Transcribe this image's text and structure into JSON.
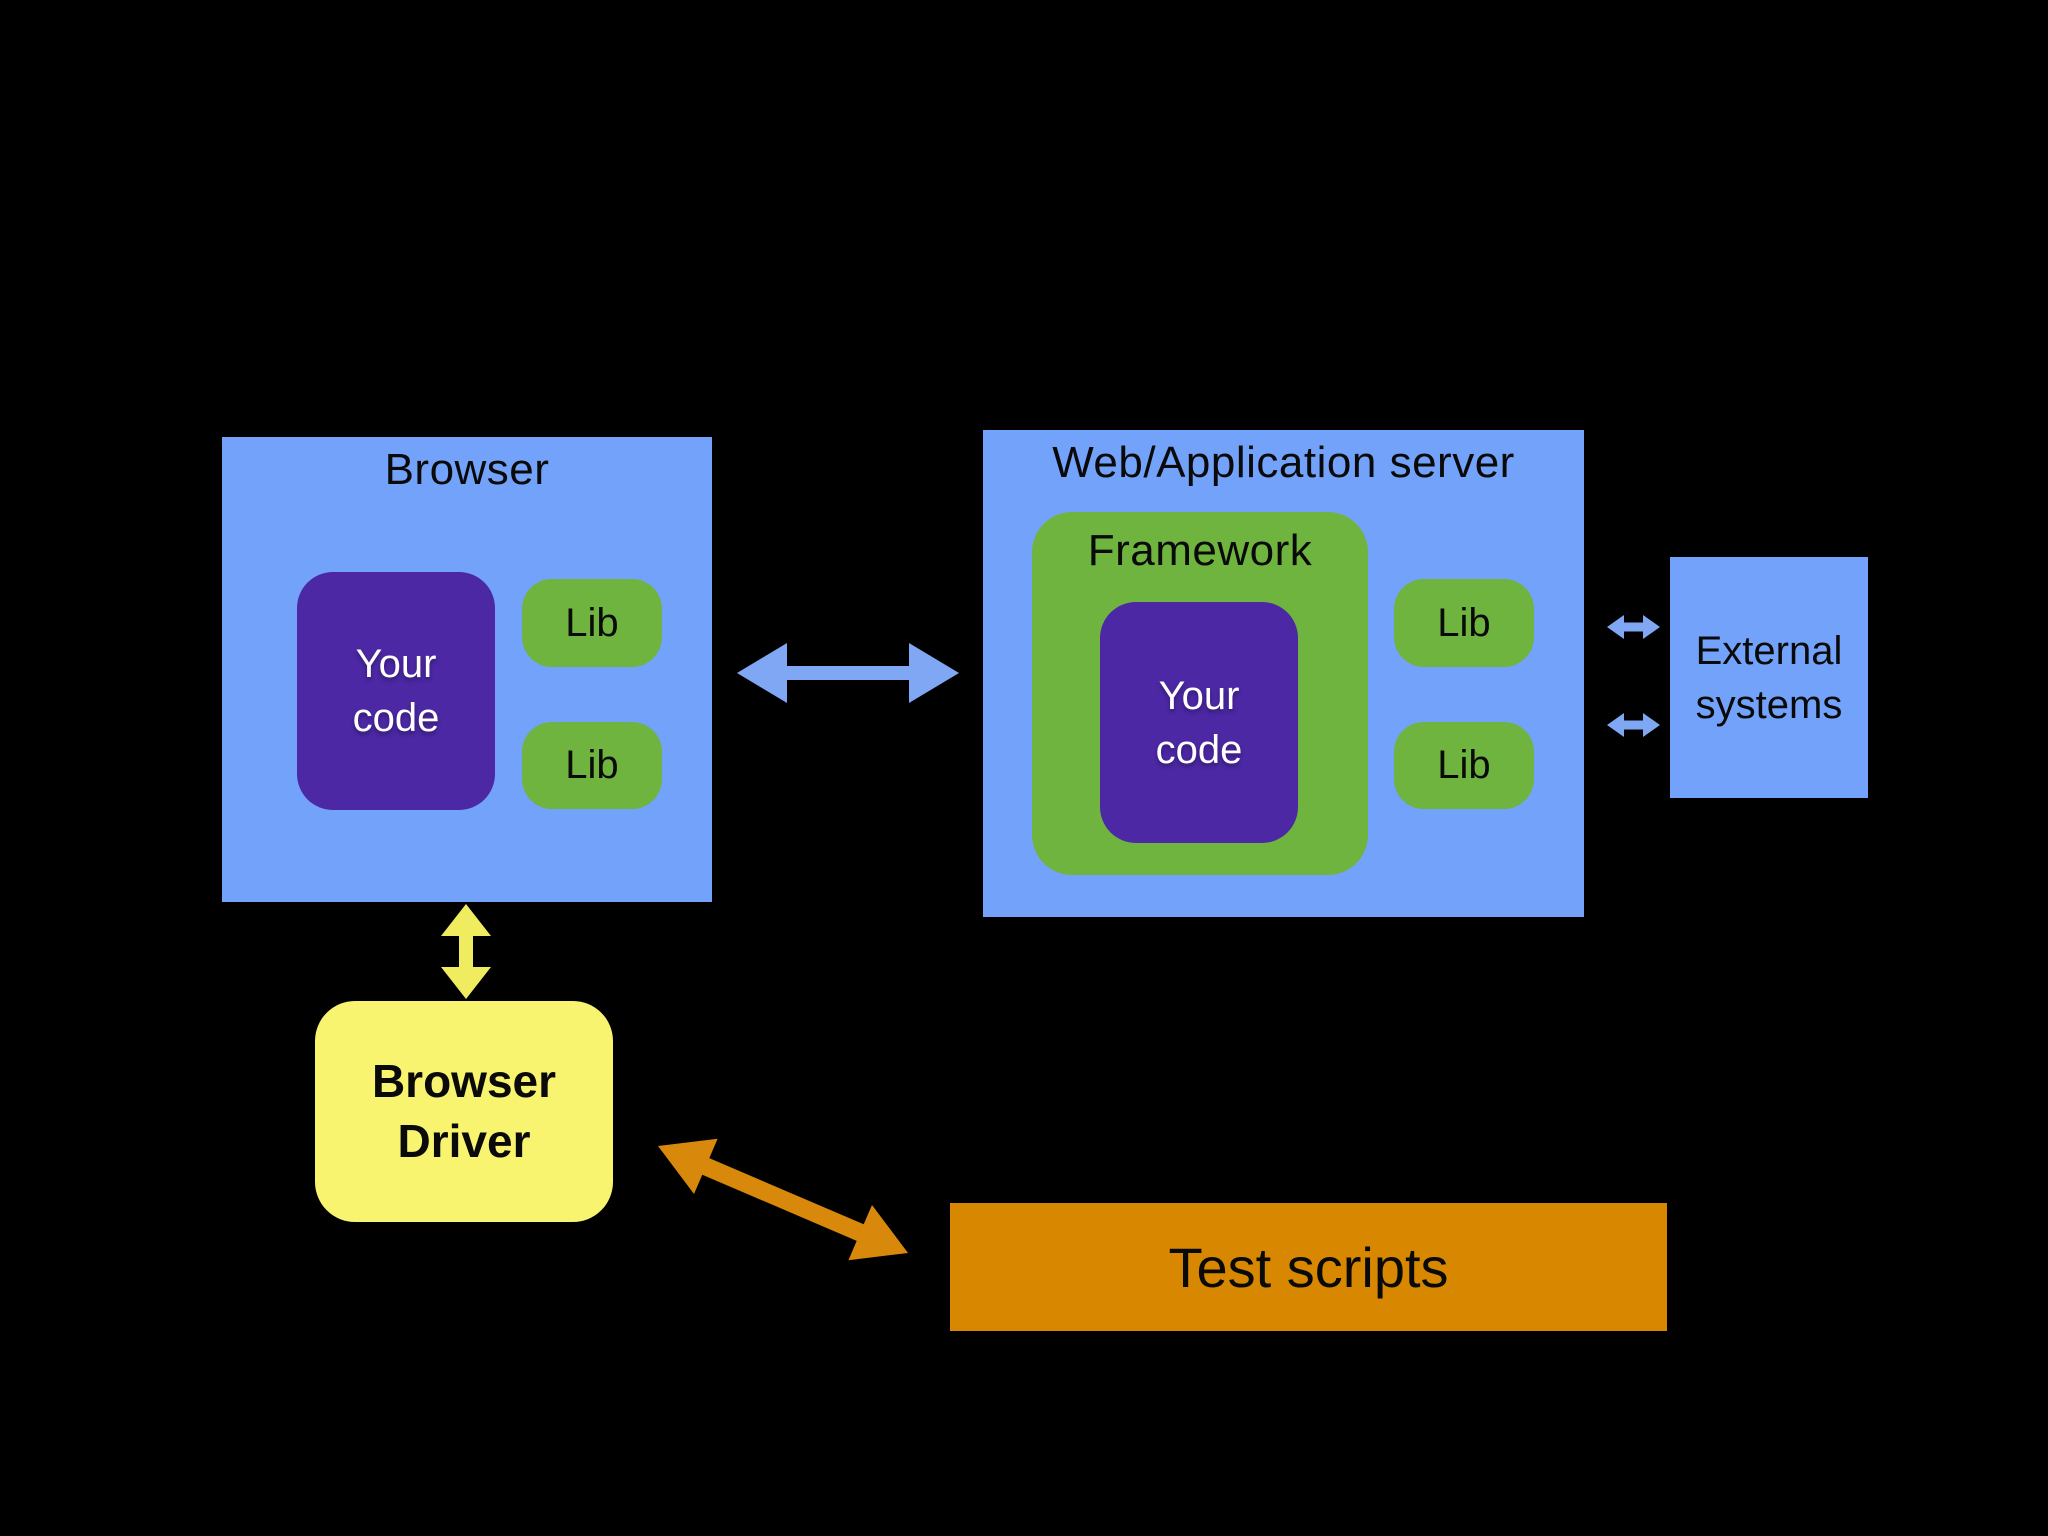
{
  "colors": {
    "background": "#000000",
    "container_blue": "#73A2FA",
    "green": "#6FB43E",
    "purple": "#4C28A5",
    "yellow": "#F8F46F",
    "orange": "#D78800",
    "arrow_blue": "#7FA7F3",
    "arrow_yellow": "#F0EC5F",
    "arrow_orange": "#D8880B",
    "label_dark": "#0a0a0a",
    "label_light": "#ffffff"
  },
  "diagram": {
    "browser": {
      "title": "Browser",
      "your_code_label": "Your code",
      "lib_labels": [
        "Lib",
        "Lib"
      ]
    },
    "server": {
      "title": "Web/Application server",
      "framework_label": "Framework",
      "your_code_label": "Your code",
      "lib_labels": [
        "Lib",
        "Lib"
      ]
    },
    "external_systems": {
      "label": "External systems"
    },
    "browser_driver": {
      "label": "Browser Driver"
    },
    "test_scripts": {
      "label": "Test scripts"
    },
    "arrows": [
      {
        "name": "browser-server",
        "type": "double-headed",
        "color_key": "arrow_blue"
      },
      {
        "name": "browser-browserdriver",
        "type": "double-headed",
        "color_key": "arrow_yellow"
      },
      {
        "name": "browserdriver-testscripts",
        "type": "double-headed",
        "color_key": "arrow_orange"
      },
      {
        "name": "serverlib-external-top",
        "type": "double-headed",
        "color_key": "arrow_blue"
      },
      {
        "name": "serverlib-external-bottom",
        "type": "double-headed",
        "color_key": "arrow_blue"
      }
    ]
  }
}
